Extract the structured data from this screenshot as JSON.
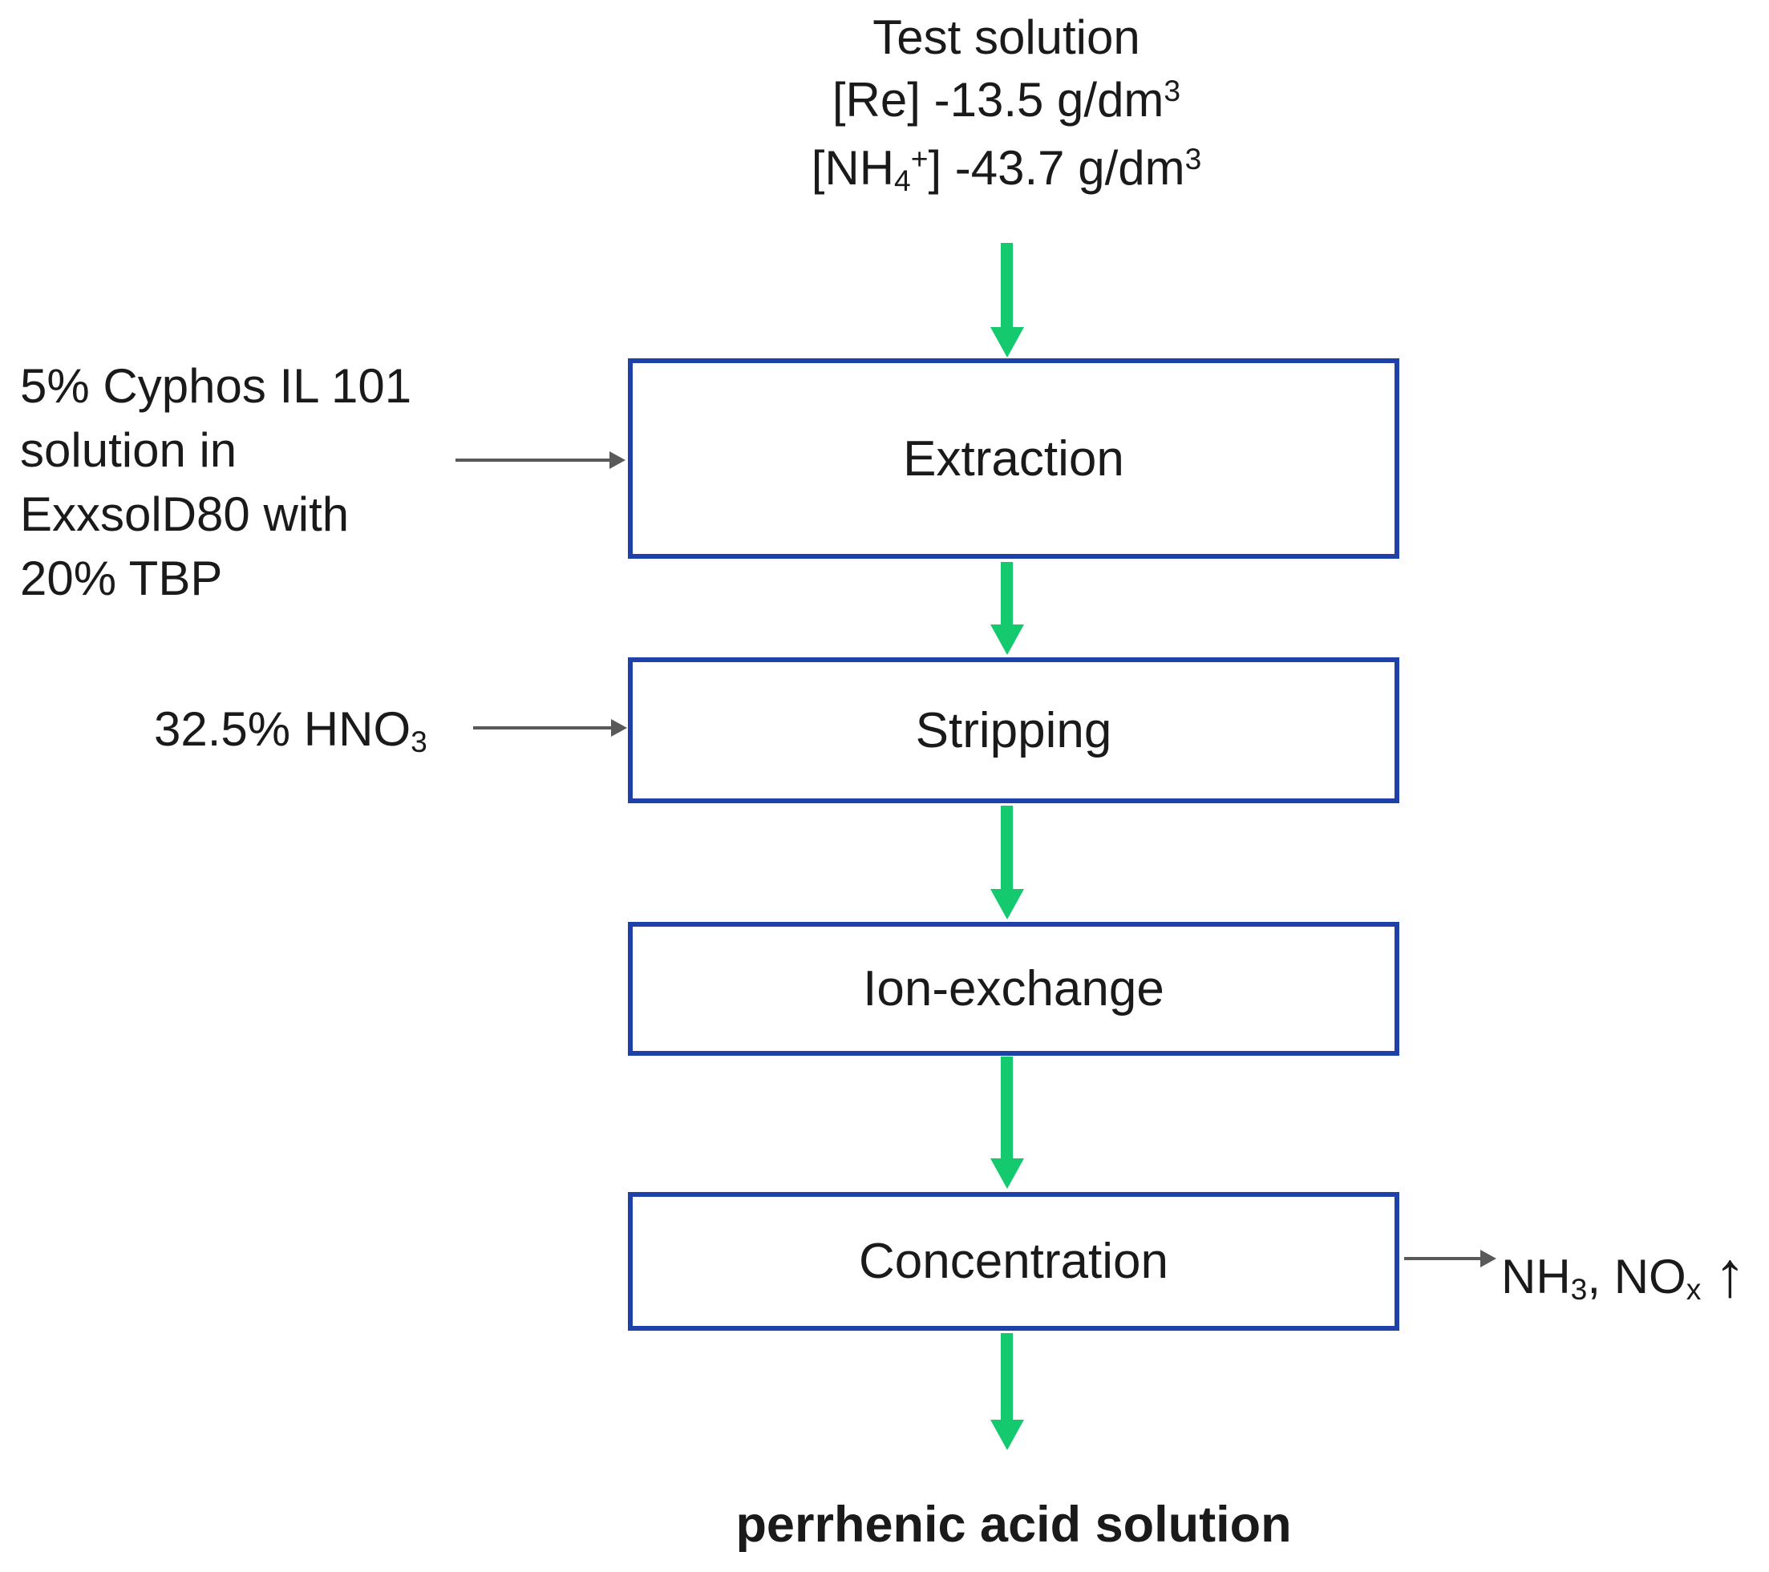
{
  "diagram": {
    "source": {
      "line1": "Test solution",
      "line2": {
        "text": "[Re] -13.5 g/dm",
        "sup": "3"
      },
      "line3": {
        "open": "[NH",
        "sub": "4",
        "charge": "+",
        "rest": "] -43.7 g/dm",
        "sup": "3"
      }
    },
    "steps": [
      {
        "label": "Extraction"
      },
      {
        "label": "Stripping"
      },
      {
        "label": "Ion-exchange"
      },
      {
        "label": "Concentration"
      }
    ],
    "extraction_feed": {
      "lines": [
        "5% Cyphos IL 101",
        "solution in",
        "ExxsolD80 with",
        "20% TBP"
      ]
    },
    "stripping_feed": {
      "text": "32.5% HNO",
      "sub": "3"
    },
    "offgas": {
      "p1": "NH",
      "s1": "3",
      "p2": ", NO",
      "s2": "x",
      "up_arrow": "↑"
    },
    "product": "perrhenic acid solution",
    "colors": {
      "box_border": "#1e41a9",
      "flow_arrow": "#14c96e",
      "input_arrow": "#595959",
      "text": "#1a1a1a"
    }
  }
}
